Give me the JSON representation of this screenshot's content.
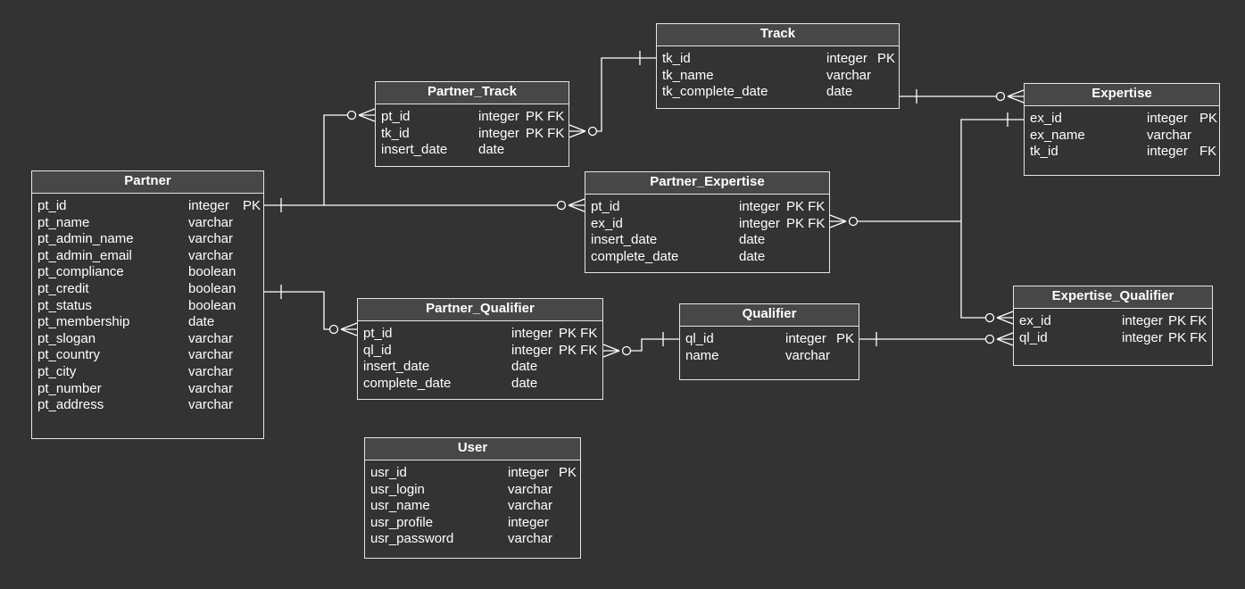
{
  "diagram": {
    "background": "#333333",
    "line_color": "#ffffff",
    "border_color": "#e6e6e6",
    "header_color": "#474747",
    "entities": {
      "partner": {
        "title": "Partner",
        "columns": [
          {
            "name": "pt_id",
            "type": "integer",
            "key": "PK"
          },
          {
            "name": "pt_name",
            "type": "varchar",
            "key": ""
          },
          {
            "name": "pt_admin_name",
            "type": "varchar",
            "key": ""
          },
          {
            "name": "pt_admin_email",
            "type": "varchar",
            "key": ""
          },
          {
            "name": "pt_compliance",
            "type": "boolean",
            "key": ""
          },
          {
            "name": "pt_credit",
            "type": "boolean",
            "key": ""
          },
          {
            "name": "pt_status",
            "type": "boolean",
            "key": ""
          },
          {
            "name": "pt_membership",
            "type": "date",
            "key": ""
          },
          {
            "name": "pt_slogan",
            "type": "varchar",
            "key": ""
          },
          {
            "name": "pt_country",
            "type": "varchar",
            "key": ""
          },
          {
            "name": "pt_city",
            "type": "varchar",
            "key": ""
          },
          {
            "name": "pt_number",
            "type": "varchar",
            "key": ""
          },
          {
            "name": "pt_address",
            "type": "varchar",
            "key": ""
          }
        ]
      },
      "partner_track": {
        "title": "Partner_Track",
        "columns": [
          {
            "name": "pt_id",
            "type": "integer",
            "key": "PK FK"
          },
          {
            "name": "tk_id",
            "type": "integer",
            "key": "PK FK"
          },
          {
            "name": "insert_date",
            "type": "date",
            "key": ""
          }
        ]
      },
      "track": {
        "title": "Track",
        "columns": [
          {
            "name": "tk_id",
            "type": "integer",
            "key": "PK"
          },
          {
            "name": "tk_name",
            "type": "varchar",
            "key": ""
          },
          {
            "name": "tk_complete_date",
            "type": "date",
            "key": ""
          }
        ]
      },
      "expertise": {
        "title": "Expertise",
        "columns": [
          {
            "name": "ex_id",
            "type": "integer",
            "key": "PK"
          },
          {
            "name": "ex_name",
            "type": "varchar",
            "key": ""
          },
          {
            "name": "tk_id",
            "type": "integer",
            "key": "FK"
          }
        ]
      },
      "partner_expertise": {
        "title": "Partner_Expertise",
        "columns": [
          {
            "name": "pt_id",
            "type": "integer",
            "key": "PK FK"
          },
          {
            "name": "ex_id",
            "type": "integer",
            "key": "PK FK"
          },
          {
            "name": "insert_date",
            "type": "date",
            "key": ""
          },
          {
            "name": "complete_date",
            "type": "date",
            "key": ""
          }
        ]
      },
      "partner_qualifier": {
        "title": "Partner_Qualifier",
        "columns": [
          {
            "name": "pt_id",
            "type": "integer",
            "key": "PK FK"
          },
          {
            "name": "ql_id",
            "type": "integer",
            "key": "PK FK"
          },
          {
            "name": "insert_date",
            "type": "date",
            "key": ""
          },
          {
            "name": "complete_date",
            "type": "date",
            "key": ""
          }
        ]
      },
      "qualifier": {
        "title": "Qualifier",
        "columns": [
          {
            "name": "ql_id",
            "type": "integer",
            "key": "PK"
          },
          {
            "name": "name",
            "type": "varchar",
            "key": ""
          }
        ]
      },
      "expertise_qualifier": {
        "title": "Expertise_Qualifier",
        "columns": [
          {
            "name": "ex_id",
            "type": "integer",
            "key": "PK FK"
          },
          {
            "name": "ql_id",
            "type": "integer",
            "key": "PK FK"
          }
        ]
      },
      "user": {
        "title": "User",
        "columns": [
          {
            "name": "usr_id",
            "type": "integer",
            "key": "PK"
          },
          {
            "name": "usr_login",
            "type": "varchar",
            "key": ""
          },
          {
            "name": "usr_name",
            "type": "varchar",
            "key": ""
          },
          {
            "name": "usr_profile",
            "type": "integer",
            "key": ""
          },
          {
            "name": "usr_password",
            "type": "varchar",
            "key": ""
          }
        ]
      }
    },
    "relationships": [
      {
        "from": "partner",
        "to": "partner_track",
        "from_end": "one",
        "to_end": "zero-or-many"
      },
      {
        "from": "partner",
        "to": "partner_expertise",
        "from_end": "one",
        "to_end": "zero-or-many"
      },
      {
        "from": "partner",
        "to": "partner_qualifier",
        "from_end": "one",
        "to_end": "zero-or-many"
      },
      {
        "from": "track",
        "to": "partner_track",
        "from_end": "one",
        "to_end": "zero-or-many"
      },
      {
        "from": "track",
        "to": "expertise",
        "from_end": "one",
        "to_end": "zero-or-many"
      },
      {
        "from": "expertise",
        "to": "partner_expertise",
        "from_end": "one",
        "to_end": "zero-or-many"
      },
      {
        "from": "expertise",
        "to": "expertise_qualifier",
        "from_end": "one",
        "to_end": "zero-or-many"
      },
      {
        "from": "qualifier",
        "to": "partner_qualifier",
        "from_end": "one",
        "to_end": "zero-or-many"
      },
      {
        "from": "qualifier",
        "to": "expertise_qualifier",
        "from_end": "one",
        "to_end": "zero-or-many"
      }
    ]
  }
}
